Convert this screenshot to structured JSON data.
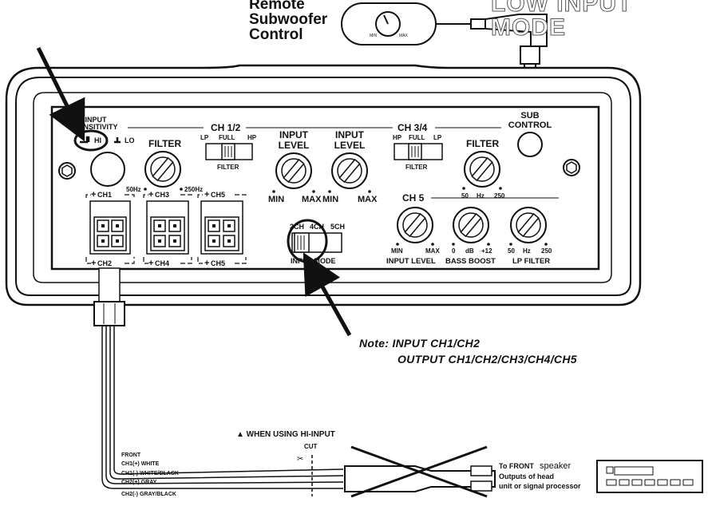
{
  "header": {
    "remote_title": [
      "Remote",
      "Subwoofer",
      "Control"
    ],
    "ghost_heading": "LOW INPUT MODE",
    "remote_min": "MIN",
    "remote_max": "MAX"
  },
  "panel": {
    "sub_control": [
      "SUB",
      "CONTROL"
    ],
    "input_sensitivity": [
      "INPUT",
      "SENSITIVITY"
    ],
    "hi": "HI",
    "lo": "LO",
    "ch12_title": "CH 1/2",
    "ch34_title": "CH 3/4",
    "ch5_title": "CH 5",
    "filter": "FILTER",
    "input_level": [
      "INPUT",
      "LEVEL"
    ],
    "lp": "LP",
    "full": "FULL",
    "hp": "HP",
    "min": "MIN",
    "max": "MAX",
    "freq_50hz": "50Hz",
    "freq_250hz": "250Hz",
    "freq_50": "50",
    "freq_hz": "Hz",
    "freq_250": "250",
    "db0": "0",
    "db": "dB",
    "db12": "+12",
    "connectors": {
      "ch1": "CH1",
      "ch2": "CH2",
      "ch3": "CH3",
      "ch4": "CH4",
      "ch5": "CH5",
      "ch5b": "CH5"
    },
    "mode_2ch": "2CH",
    "mode_4ch": "4CH",
    "mode_5ch": "5CH",
    "input_mode": "INPUT MODE",
    "ch5_input_level": "INPUT LEVEL",
    "bass_boost": "BASS BOOST",
    "lp_filter": "LP FILTER"
  },
  "note": {
    "line1": "Note: INPUT CH1/CH2",
    "line2": "OUTPUT CH1/CH2/CH3/CH4/CH5"
  },
  "wiring": {
    "when_using": "▲ WHEN USING HI-INPUT",
    "cut": "CUT",
    "front": "FRONT",
    "w1": "CH1(+) WHITE",
    "w2": "CH1(-)  WHITE/BLACK",
    "w3": "CH2(+) GRAY",
    "w4": "CH2(-)  GRAY/BLACK",
    "to_front_a": "To FRONT",
    "to_front_b": "speaker",
    "outputs": [
      "Outputs of head",
      "unit or signal processor"
    ]
  }
}
